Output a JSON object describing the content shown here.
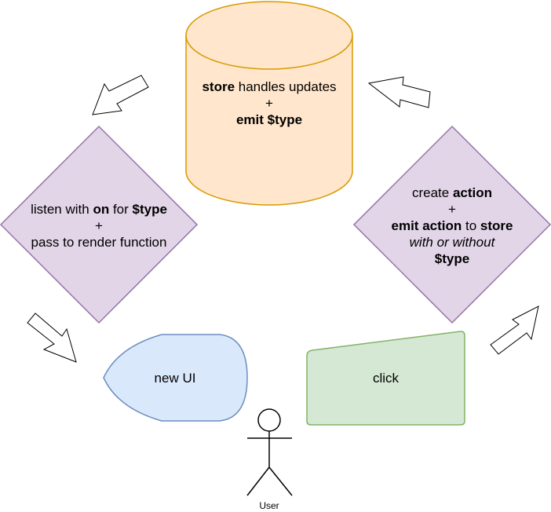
{
  "store": {
    "line1_bold": "store",
    "line1_rest": " handles updates",
    "plus": "+",
    "line3": "emit $type",
    "fill": "#ffe6cc",
    "stroke": "#d79b00"
  },
  "listen": {
    "line1_a": "listen with ",
    "line1_b": "on",
    "line1_c": " for ",
    "line1_d": "$type",
    "plus": "+",
    "line3": "pass to render function",
    "fill": "#e1d5e7",
    "stroke": "#9673a6"
  },
  "create": {
    "line1_a": "create ",
    "line1_b": "action",
    "plus": "+",
    "line3_a": "emit action",
    "line3_b": " to ",
    "line3_c": "store",
    "line4": "with or without",
    "line5": "$type",
    "fill": "#e1d5e7",
    "stroke": "#9673a6"
  },
  "new_ui": {
    "label": "new UI",
    "fill": "#dae8fc",
    "stroke": "#6c8ebf"
  },
  "click": {
    "label": "click",
    "fill": "#d5e8d4",
    "stroke": "#82b366"
  },
  "user": {
    "label": "User"
  }
}
